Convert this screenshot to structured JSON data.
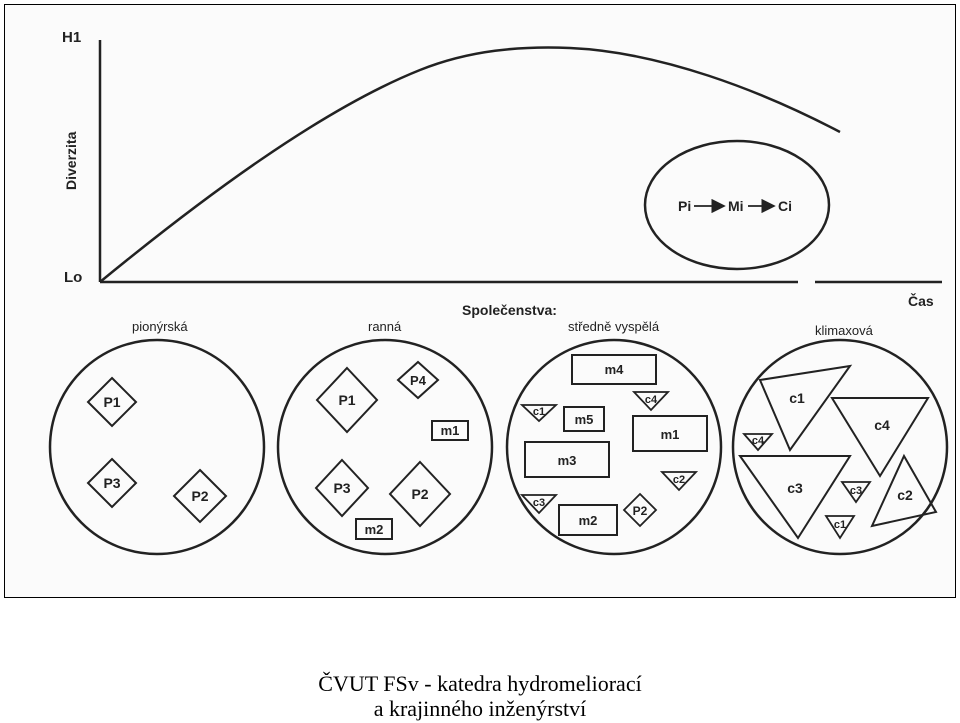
{
  "diagram": {
    "y_axis_top": "H1",
    "y_axis_bottom": "Lo",
    "y_axis_title": "Diverzita",
    "x_axis_title": "Čas",
    "flow": {
      "p": "Pi",
      "m": "Mi",
      "c": "Ci"
    },
    "societies_title": "Společenstva:",
    "stages": [
      {
        "name": "pionýrská",
        "items": [
          "P1",
          "P3",
          "P2"
        ]
      },
      {
        "name": "ranná",
        "items": [
          "P4",
          "P1",
          "m1",
          "P3",
          "P2",
          "m2"
        ]
      },
      {
        "name": "středně vyspělá",
        "items": [
          "m4",
          "c1",
          "m5",
          "c4",
          "m1",
          "m3",
          "c2",
          "c3",
          "P2",
          "m2"
        ]
      },
      {
        "name": "klimaxová",
        "items": [
          "c1",
          "c4",
          "c4",
          "c3",
          "c3",
          "c2",
          "c1"
        ]
      }
    ]
  },
  "footer": {
    "line1": "ČVUT FSv - katedra hydromeliorací",
    "line2": "a krajinného inženýrství"
  }
}
